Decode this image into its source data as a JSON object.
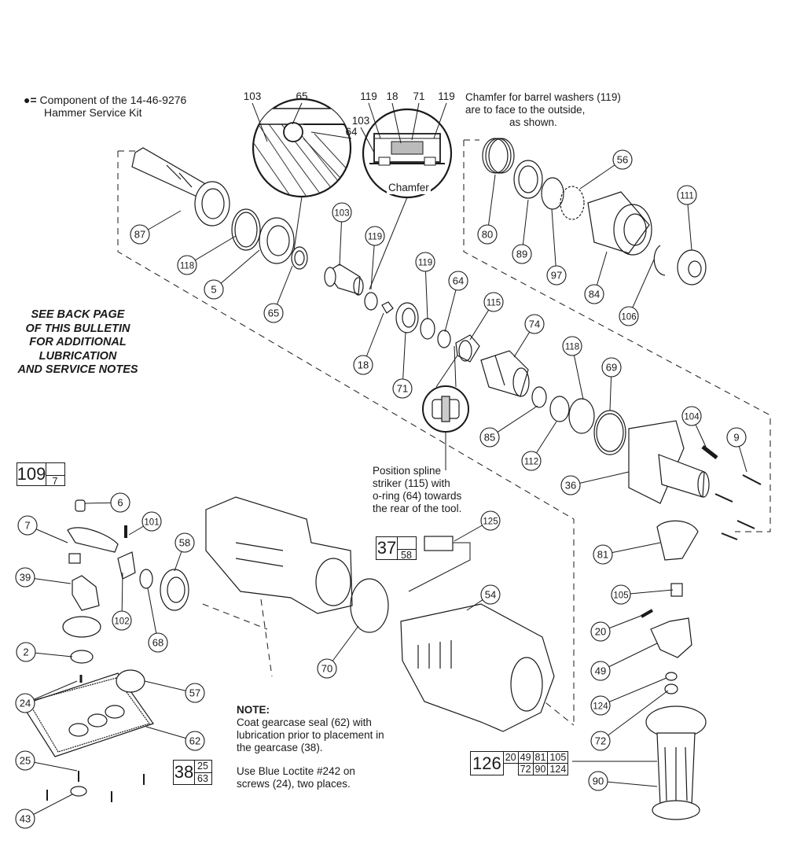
{
  "legend": {
    "symbol": "●=",
    "line1": "Component of the 14-46-9276",
    "line2": "Hammer Service Kit"
  },
  "see_back": [
    "SEE BACK PAGE",
    "OF THIS BULLETIN",
    "FOR ADDITIONAL",
    "LUBRICATION",
    "AND SERVICE NOTES"
  ],
  "chamfer_note": [
    "Chamfer for barrel washers (119)",
    "are to face to the outside,",
    "as shown."
  ],
  "chamfer_label": "Chamfer",
  "spline_note": [
    "Position spline",
    "striker (115) with",
    "o-ring (64) towards",
    "the rear of the tool."
  ],
  "gearcase_note": {
    "heading": "NOTE:",
    "lines": [
      "Coat gearcase seal (62) with",
      "lubrication prior to placement in",
      "the gearcase (38).",
      "",
      "Use Blue Loctite #242 on",
      "screws (24), two places."
    ]
  },
  "detail_labels": {
    "left": [
      "103",
      "65",
      "64"
    ],
    "right": [
      "119",
      "18",
      "71",
      "119",
      "103"
    ]
  },
  "callouts": [
    "87",
    "118",
    "5",
    "65",
    "103",
    "119",
    "18",
    "71",
    "119",
    "64",
    "115",
    "74",
    "118",
    "69",
    "85",
    "112",
    "80",
    "89",
    "97",
    "56",
    "84",
    "111",
    "106",
    "104",
    "9",
    "36",
    "6",
    "101",
    "7",
    "58",
    "39",
    "102",
    "68",
    "2",
    "24",
    "57",
    "62",
    "25",
    "43",
    "125",
    "54",
    "70",
    "81",
    "105",
    "20",
    "49",
    "124",
    "72",
    "90"
  ],
  "ref_boxes": [
    {
      "main": "109",
      "sub": [
        "7"
      ]
    },
    {
      "main": "37",
      "sub": [
        "58"
      ]
    },
    {
      "main": "38",
      "sub": [
        "25",
        "63"
      ]
    }
  ],
  "kit_table": {
    "main": "126",
    "row1": [
      "20",
      "49",
      "81",
      "105"
    ],
    "row2": [
      "72",
      "90",
      "124"
    ]
  }
}
